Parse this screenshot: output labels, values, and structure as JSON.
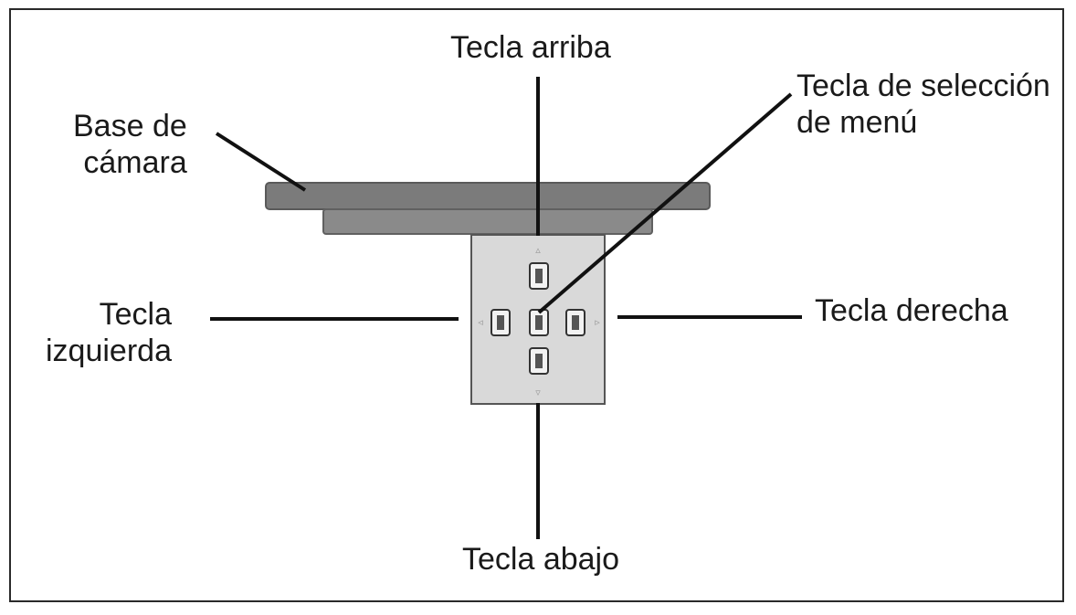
{
  "labels": {
    "base": [
      "Base de",
      "cámara"
    ],
    "up": "Tecla arriba",
    "menu": [
      "Tecla de selección",
      "de menú"
    ],
    "left": [
      "Tecla",
      "izquierda"
    ],
    "right": "Tecla derecha",
    "down": "Tecla abajo"
  },
  "colors": {
    "plate_top": "#7b7b7b",
    "plate_bottom": "#8a8a8a",
    "panel": "#d9d9d9",
    "key": "#f2f2f2",
    "line": "#111111"
  }
}
